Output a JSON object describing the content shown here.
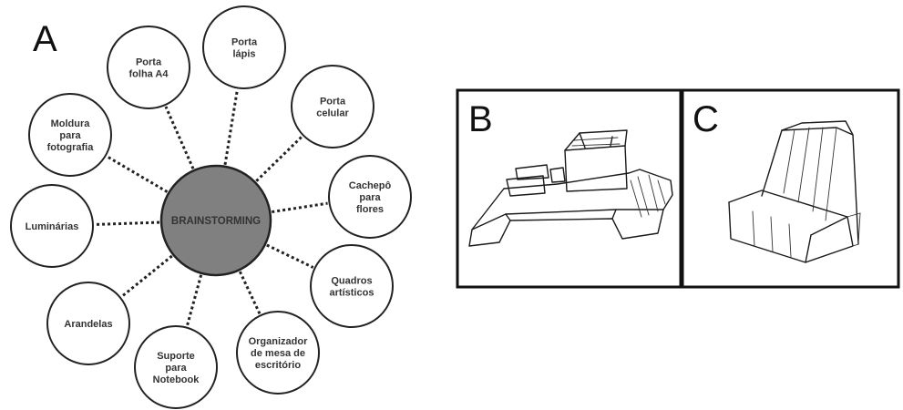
{
  "panels": {
    "a": "A",
    "b": "B",
    "c": "C"
  },
  "hub": {
    "label": "BRAINSTORMING",
    "fill": "#808080"
  },
  "ideas": [
    {
      "id": "porta-folha-a4",
      "lines": [
        "Porta",
        "folha A4"
      ]
    },
    {
      "id": "porta-lapis",
      "lines": [
        "Porta",
        "lápis"
      ]
    },
    {
      "id": "porta-celular",
      "lines": [
        "Porta",
        "celular"
      ]
    },
    {
      "id": "cachepo-para-flores",
      "lines": [
        "Cachepô",
        "para",
        "flores"
      ]
    },
    {
      "id": "quadros-artisticos",
      "lines": [
        "Quadros",
        "artísticos"
      ]
    },
    {
      "id": "organizador-de-mesa",
      "lines": [
        "Organizador",
        "de mesa de",
        "escritório"
      ]
    },
    {
      "id": "suporte-para-notebook",
      "lines": [
        "Suporte",
        "para",
        "Notebook"
      ]
    },
    {
      "id": "arandelas",
      "lines": [
        "Arandelas"
      ]
    },
    {
      "id": "luminarias",
      "lines": [
        "Luminárias"
      ]
    },
    {
      "id": "moldura-para-fotografia",
      "lines": [
        "Moldura",
        "para",
        "fotografia"
      ]
    }
  ]
}
